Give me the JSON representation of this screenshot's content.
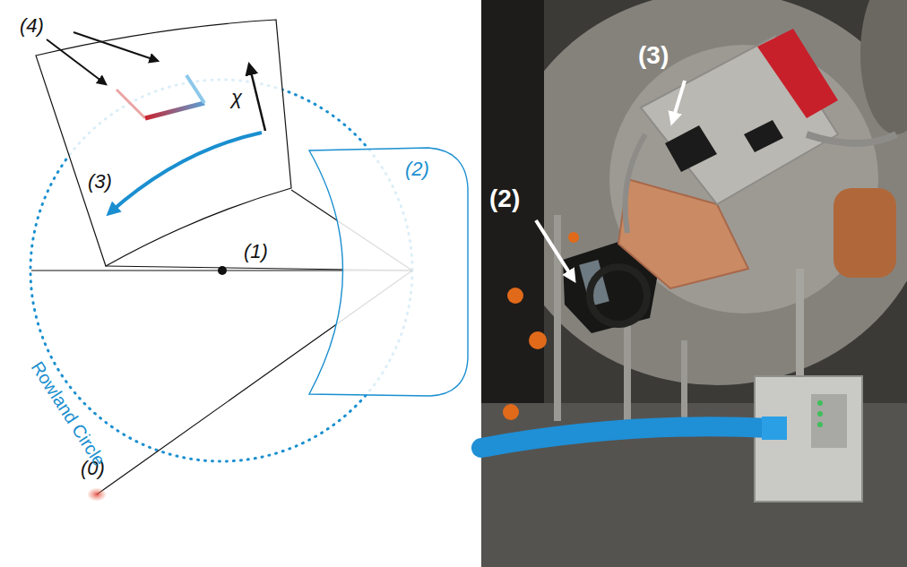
{
  "diagram": {
    "labels": [
      "(4)",
      "χ",
      "(3)",
      "(2)",
      "(1)",
      "(0)",
      "Rowland Circle",
      "(3)",
      "(2)"
    ]
  }
}
